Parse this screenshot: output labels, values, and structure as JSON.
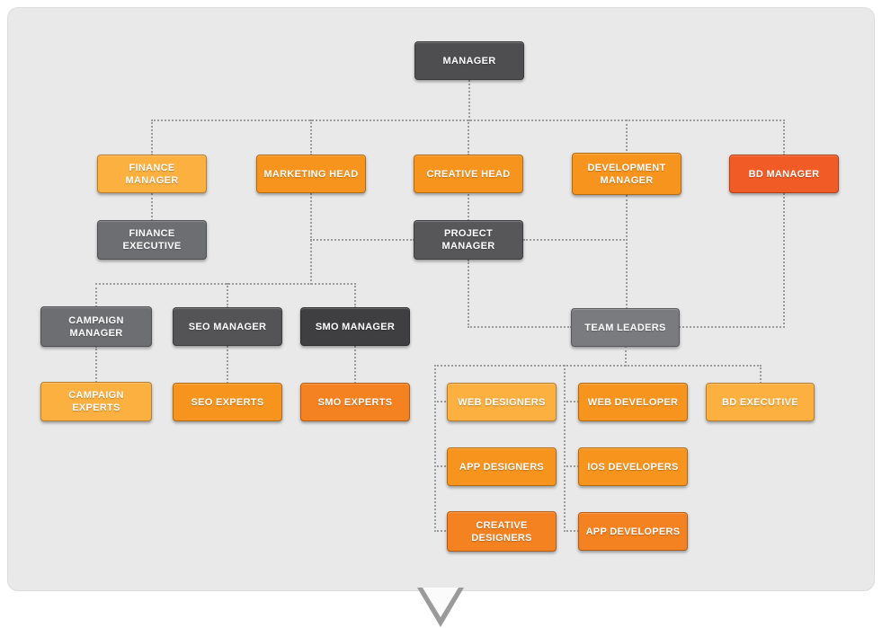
{
  "palette": {
    "panel_bg": "#E9E9E9",
    "connector_gray": "#9B9B9B",
    "yellow": "#FBB040",
    "orange": "#F7941E",
    "mid_orange": "#F58220",
    "deep_orange": "#F15B25",
    "dark_gray": "#4E4E50",
    "slate_gray": "#57575A",
    "medium_gray": "#6D6E71",
    "seo_gray": "#545457",
    "charcoal": "#3F3F41",
    "team_gray": "#7A7B7E"
  },
  "nodes": {
    "manager": {
      "label": "MANAGER",
      "color": "#4E4E50"
    },
    "finance_manager": {
      "label": "FINANCE\nMANAGER",
      "color": "#FBB040"
    },
    "marketing_head": {
      "label": "MARKETING HEAD",
      "color": "#F7941E"
    },
    "creative_head": {
      "label": "CREATIVE HEAD",
      "color": "#F7941E"
    },
    "development_manager": {
      "label": "DEVELOPMENT\nMANAGER",
      "color": "#F7941E"
    },
    "bd_manager": {
      "label": "BD MANAGER",
      "color": "#F15B25"
    },
    "finance_executive": {
      "label": "FINANCE\nEXECUTIVE",
      "color": "#6D6E71"
    },
    "project_manager": {
      "label": "PROJECT\nMANAGER",
      "color": "#57575A"
    },
    "campaign_manager": {
      "label": "CAMPAIGN\nMANAGER",
      "color": "#6D6E71"
    },
    "seo_manager": {
      "label": "SEO MANAGER",
      "color": "#545457"
    },
    "smo_manager": {
      "label": "SMO MANAGER",
      "color": "#3F3F41"
    },
    "campaign_experts": {
      "label": "CAMPAIGN\nEXPERTS",
      "color": "#FBB040"
    },
    "seo_experts": {
      "label": "SEO EXPERTS",
      "color": "#F7941E"
    },
    "smo_experts": {
      "label": "SMO EXPERTS",
      "color": "#F58220"
    },
    "team_leaders": {
      "label": "TEAM LEADERS",
      "color": "#7A7B7E"
    },
    "web_designers": {
      "label": "WEB DESIGNERS",
      "color": "#FBB040"
    },
    "web_developer": {
      "label": "WEB DEVELOPER",
      "color": "#F7941E"
    },
    "bd_executive": {
      "label": "BD EXECUTIVE",
      "color": "#FBB040"
    },
    "app_designers": {
      "label": "APP DESIGNERS",
      "color": "#F7941E"
    },
    "ios_developers": {
      "label": "IOS DEVELOPERS",
      "color": "#F7941E"
    },
    "creative_designers": {
      "label": "CREATIVE\nDESIGNERS",
      "color": "#F58220"
    },
    "app_developers": {
      "label": "APP DEVELOPERS",
      "color": "#F58220"
    }
  },
  "edges": [
    {
      "from": "manager",
      "to": "finance_manager"
    },
    {
      "from": "manager",
      "to": "marketing_head"
    },
    {
      "from": "manager",
      "to": "creative_head"
    },
    {
      "from": "manager",
      "to": "development_manager"
    },
    {
      "from": "manager",
      "to": "bd_manager"
    },
    {
      "from": "finance_manager",
      "to": "finance_executive"
    },
    {
      "from": "creative_head",
      "to": "project_manager"
    },
    {
      "from": "marketing_head",
      "to": "project_manager"
    },
    {
      "from": "development_manager",
      "to": "project_manager"
    },
    {
      "from": "marketing_head",
      "to": "campaign_manager"
    },
    {
      "from": "marketing_head",
      "to": "seo_manager"
    },
    {
      "from": "marketing_head",
      "to": "smo_manager"
    },
    {
      "from": "campaign_manager",
      "to": "campaign_experts"
    },
    {
      "from": "seo_manager",
      "to": "seo_experts"
    },
    {
      "from": "smo_manager",
      "to": "smo_experts"
    },
    {
      "from": "project_manager",
      "to": "team_leaders"
    },
    {
      "from": "development_manager",
      "to": "team_leaders"
    },
    {
      "from": "bd_manager",
      "to": "team_leaders"
    },
    {
      "from": "team_leaders",
      "to": "web_designers"
    },
    {
      "from": "team_leaders",
      "to": "app_designers"
    },
    {
      "from": "team_leaders",
      "to": "creative_designers"
    },
    {
      "from": "team_leaders",
      "to": "web_developer"
    },
    {
      "from": "team_leaders",
      "to": "ios_developers"
    },
    {
      "from": "team_leaders",
      "to": "app_developers"
    },
    {
      "from": "team_leaders",
      "to": "bd_executive"
    }
  ]
}
